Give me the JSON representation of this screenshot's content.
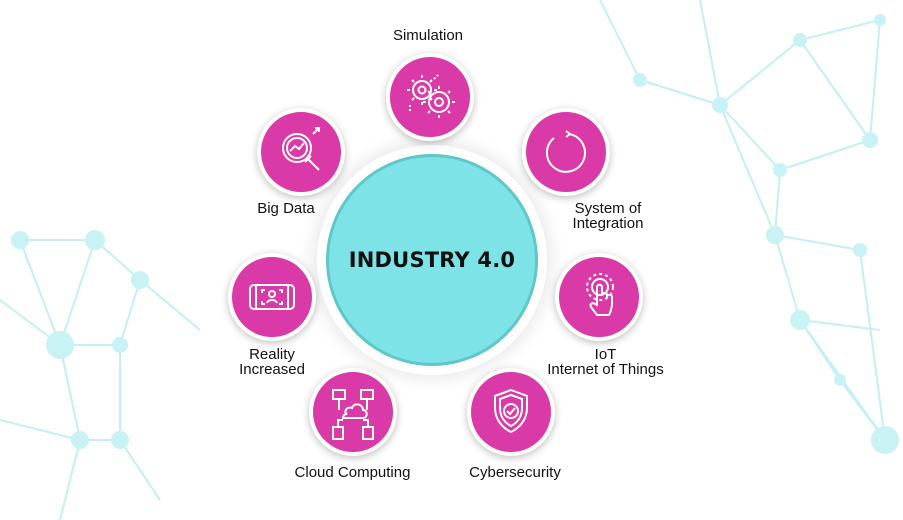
{
  "diagram": {
    "center": {
      "title": "INDUSTRY 4.0"
    },
    "nodes": [
      {
        "id": "simulation",
        "icon": "gears-icon",
        "lines": [
          "Simulation"
        ]
      },
      {
        "id": "system-integration",
        "icon": "circular-arrow-icon",
        "lines": [
          "System of",
          "Integration"
        ]
      },
      {
        "id": "iot",
        "icon": "touch-finger-icon",
        "lines": [
          "IoT",
          "Internet of Things"
        ]
      },
      {
        "id": "cybersecurity",
        "icon": "shield-check-icon",
        "lines": [
          "Cybersecurity"
        ]
      },
      {
        "id": "cloud-computing",
        "icon": "cloud-network-icon",
        "lines": [
          "Cloud Computing"
        ]
      },
      {
        "id": "reality-increased",
        "icon": "phone-ar-icon",
        "lines": [
          "Reality",
          "Increased"
        ]
      },
      {
        "id": "big-data",
        "icon": "magnifier-chart-icon",
        "lines": [
          "Big Data"
        ]
      }
    ],
    "colors": {
      "node": "#d93aa7",
      "center": "#7ee3e6",
      "mesh": "#bff0f2"
    }
  }
}
